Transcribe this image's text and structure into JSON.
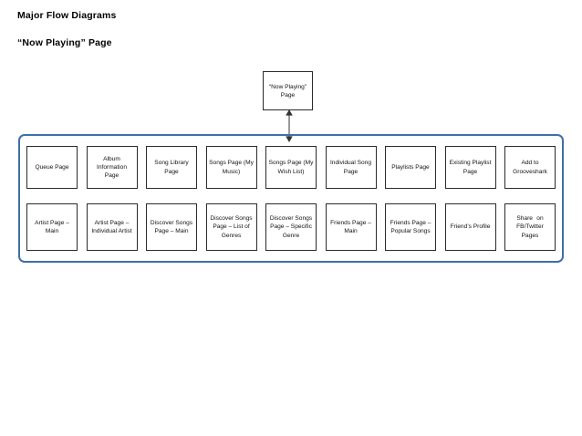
{
  "document": {
    "title": "Major Flow Diagrams",
    "section_title": "“Now Playing” Page"
  },
  "colors": {
    "group_border": "#3f6fa8",
    "node_border": "#2b2b2b",
    "text": "#111111",
    "background": "#ffffff"
  },
  "diagram": {
    "root_node": {
      "label": "“Now Playing” Page"
    },
    "connector": {
      "type": "double-headed-vertical-arrow",
      "from": "root_node",
      "to": "group_container"
    },
    "group": {
      "rows": [
        {
          "nodes": [
            {
              "label": "Queue Page"
            },
            {
              "label": "Album Information Page"
            },
            {
              "label": "Song Library Page"
            },
            {
              "label": "Songs Page (My Music)"
            },
            {
              "label": "Songs Page (My Wish List)"
            },
            {
              "label": "Individual Song Page"
            },
            {
              "label": "Playlists Page"
            },
            {
              "label": "Existing Playlist Page"
            },
            {
              "label": "Add to Grooveshark"
            }
          ]
        },
        {
          "nodes": [
            {
              "label": "Artist Page – Main"
            },
            {
              "label": "Artist Page – Individual Artist"
            },
            {
              "label": "Discover Songs Page – Main"
            },
            {
              "label": "Discover Songs Page – List of Genres"
            },
            {
              "label": "Discover Songs Page – Specific Genre"
            },
            {
              "label": "Friends Page – Main"
            },
            {
              "label": "Friends Page – Popular Songs"
            },
            {
              "label": "Friend’s Profile"
            },
            {
              "label": "Share on FB/Twitter Pages"
            }
          ]
        }
      ]
    }
  }
}
